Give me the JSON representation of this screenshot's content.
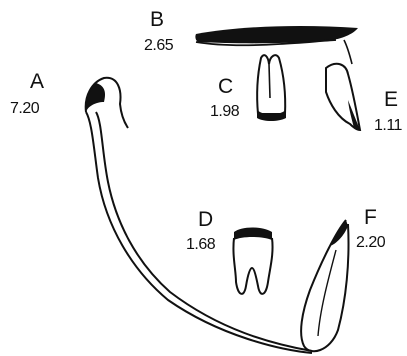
{
  "colors": {
    "ink": "#111111",
    "background": "#ffffff"
  },
  "specimens": [
    {
      "id": "A",
      "letter": "A",
      "value": "7.20"
    },
    {
      "id": "B",
      "letter": "B",
      "value": "2.65"
    },
    {
      "id": "C",
      "letter": "C",
      "value": "1.98"
    },
    {
      "id": "D",
      "letter": "D",
      "value": "1.68"
    },
    {
      "id": "E",
      "letter": "E",
      "value": "1.11"
    },
    {
      "id": "F",
      "letter": "F",
      "value": "2.20"
    }
  ]
}
